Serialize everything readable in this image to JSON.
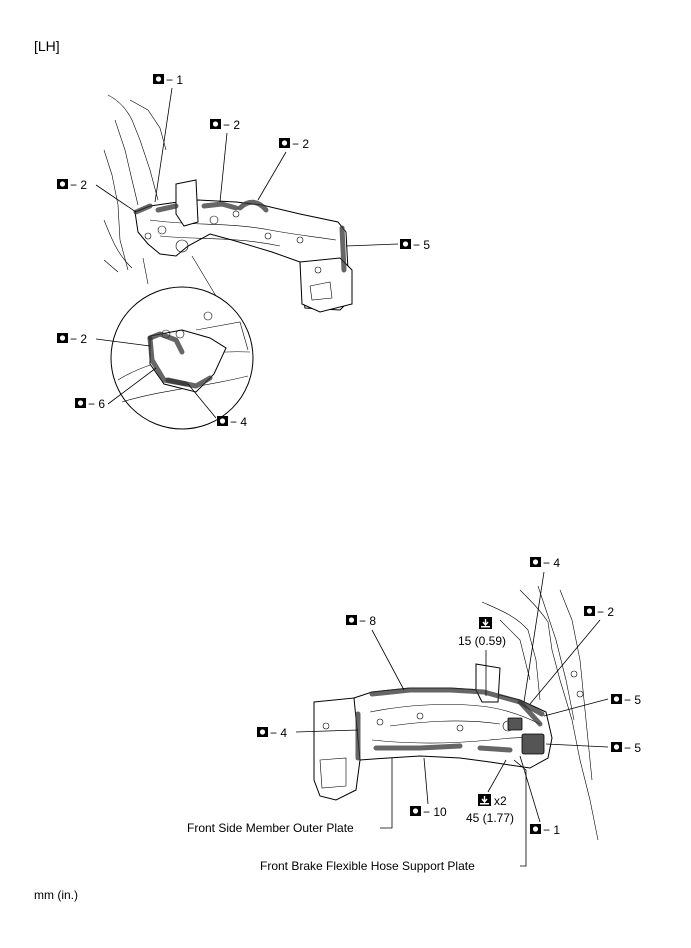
{
  "header": {
    "side": "[LH]"
  },
  "units": {
    "note": "mm (in.)"
  },
  "callouts": {
    "c_1": "− 1",
    "c_2": "− 2",
    "c_4": "− 4",
    "c_5": "− 5",
    "c_6": "− 6",
    "c_8": "− 8",
    "c_10": "− 10"
  },
  "measurements": {
    "m1": "15 (0.59)",
    "m2": "45 (1.77)",
    "m2_qty": "x2"
  },
  "part_labels": {
    "outer_plate": "Front Side Member Outer Plate",
    "hose_plate": "Front Brake Flexible Hose Support Plate"
  },
  "icons": {
    "symbol": "sealer-symbol-icon",
    "measure": "sealer-height-icon"
  }
}
